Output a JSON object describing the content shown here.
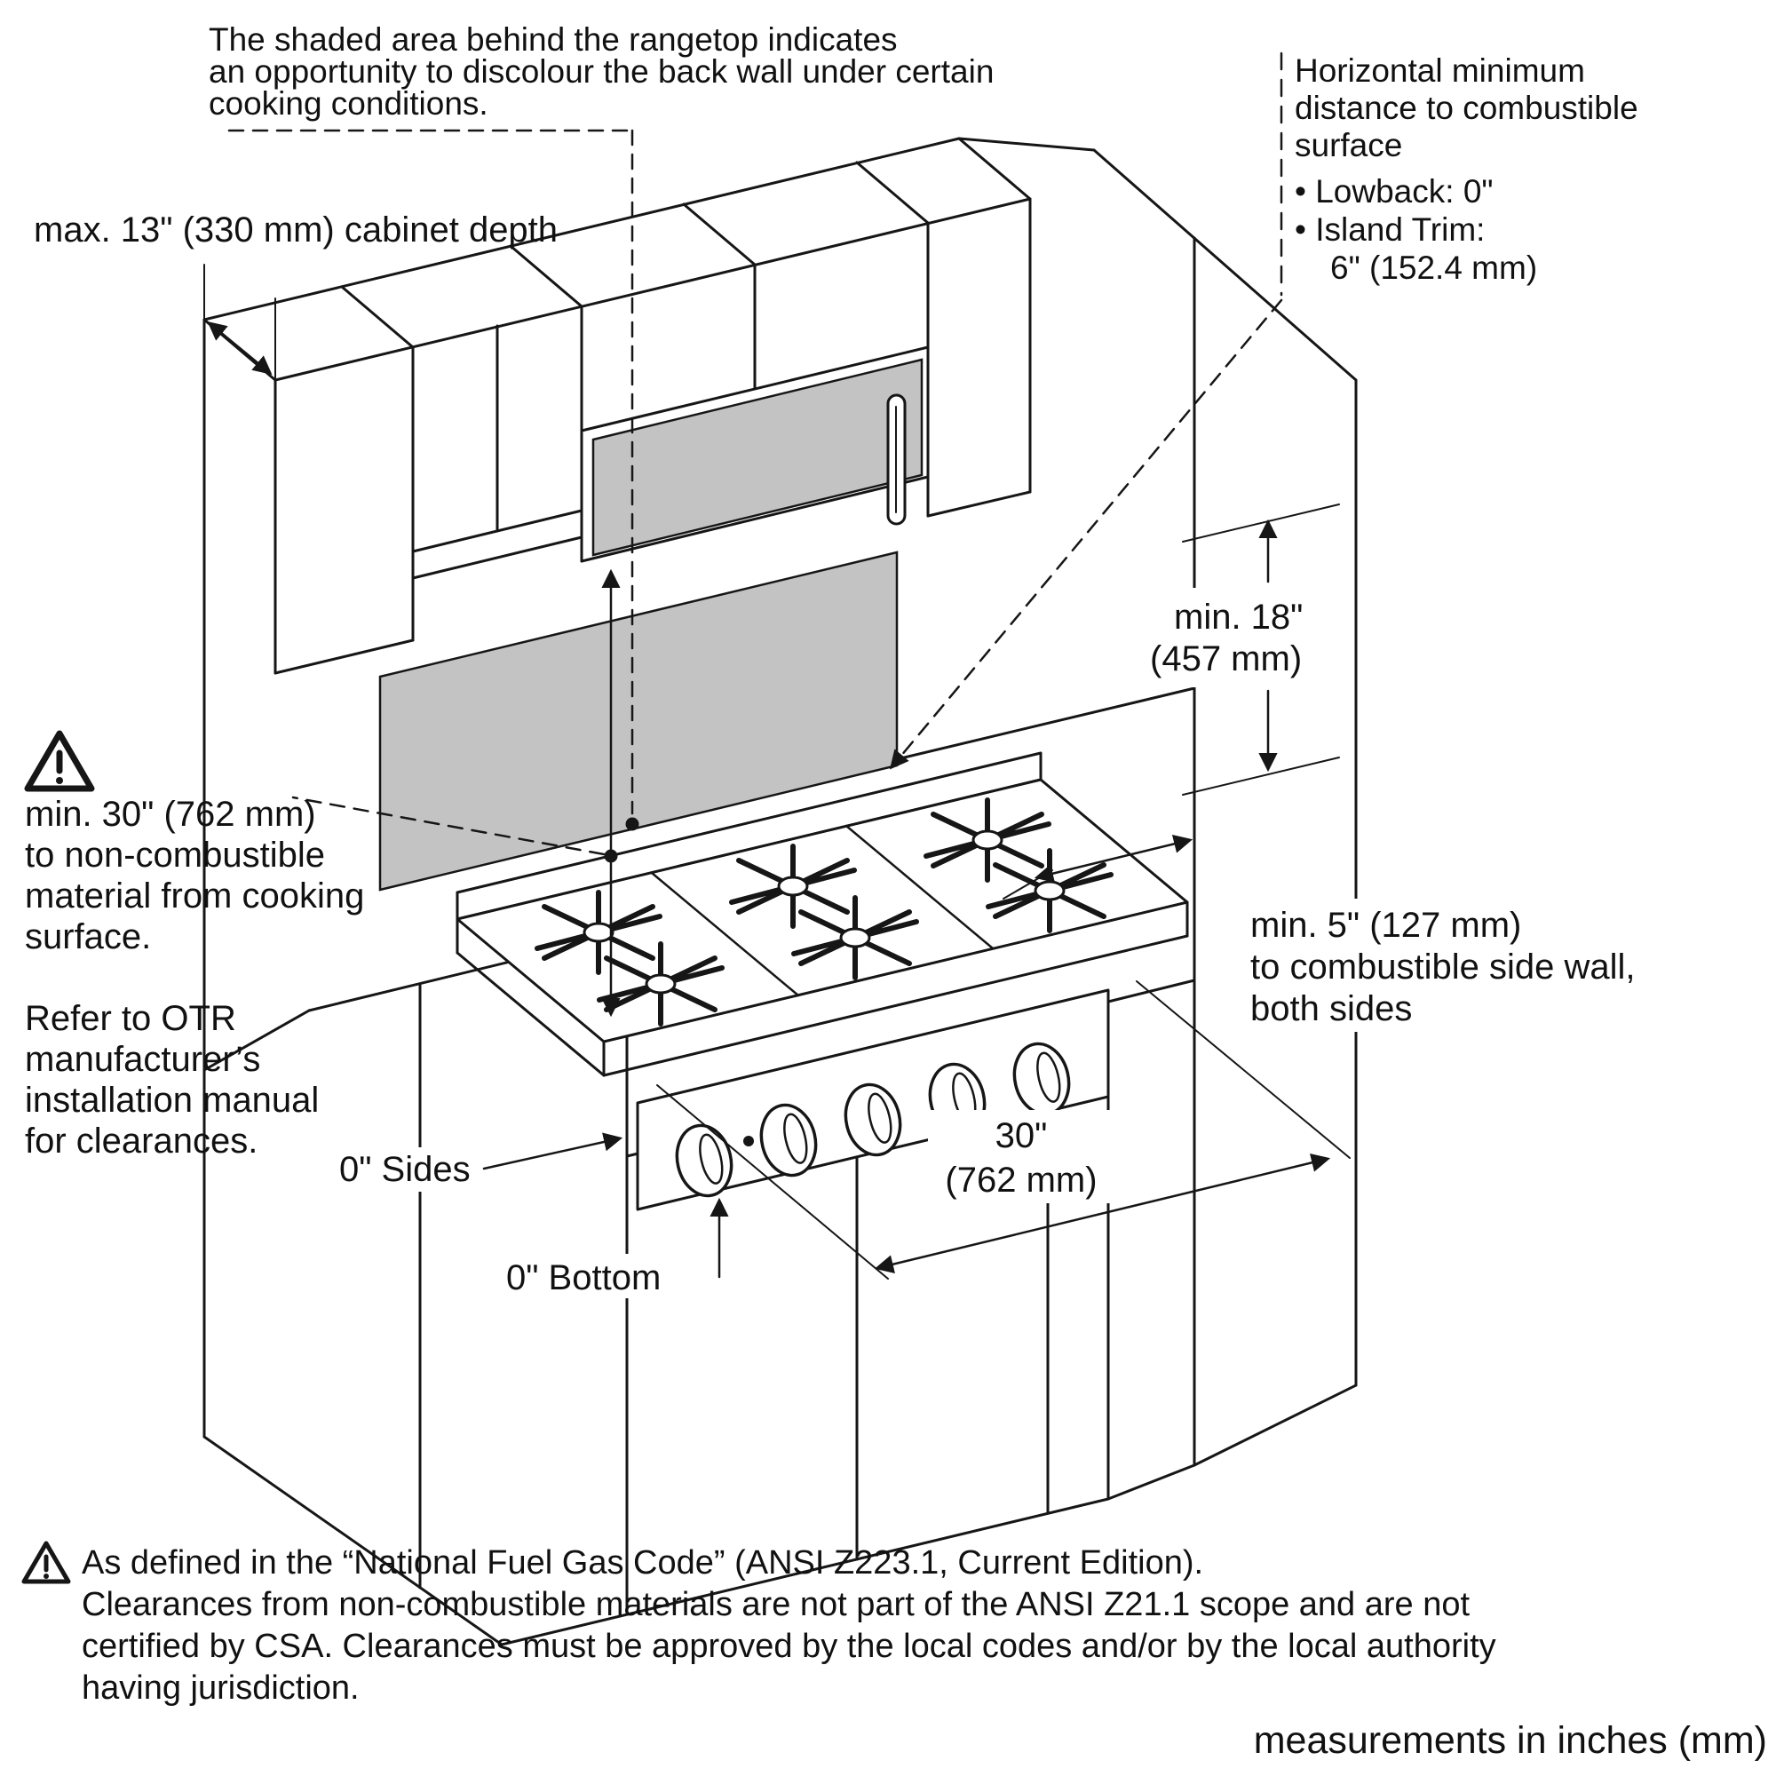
{
  "title": "Rangetop installation clearance diagram",
  "units_note": "measurements in inches (mm)",
  "colors": {
    "line": "#161616",
    "shade": "#c3c3c3",
    "background": "#ffffff"
  },
  "annotations": {
    "shaded_note": {
      "line1": "The shaded area behind the rangetop indicates",
      "line2": "an opportunity to discolour the back wall under certain",
      "line3": "cooking conditions."
    },
    "horizontal_min": {
      "line1": "Horizontal minimum",
      "line2": "distance to combustible",
      "line3": "surface",
      "bullet1": "• Lowback: 0\"",
      "bullet2": "• Island Trim:",
      "bullet2_value": "6\" (152.4 mm)"
    },
    "cabinet_depth": "max. 13\" (330 mm) cabinet depth",
    "min18": {
      "line1": "min. 18\"",
      "line2": "(457 mm)"
    },
    "min30": {
      "line1": "min. 30\" (762 mm)",
      "line2": "to non-combustible",
      "line3": "material from cooking",
      "line4": "surface."
    },
    "refer_otr": {
      "line1": "Refer to OTR",
      "line2": "manufacturer’s",
      "line3": "installation manual",
      "line4": "for clearances."
    },
    "zero_sides": "0\" Sides",
    "zero_bottom": "0\" Bottom",
    "width30": {
      "line1": "30\"",
      "line2": "(762 mm)"
    },
    "min5": {
      "line1": "min. 5\" (127 mm)",
      "line2": "to combustible side wall,",
      "line3": "both sides"
    },
    "footnote": {
      "line1": "As defined in the “National Fuel Gas Code” (ANSI Z223.1, Current Edition).",
      "line2": "Clearances from non-combustible materials are not part of the ANSI Z21.1 scope and are not",
      "line3": "certified by CSA. Clearances must be approved by the local codes and/or by the local authority",
      "line4": "having jurisdiction."
    }
  }
}
